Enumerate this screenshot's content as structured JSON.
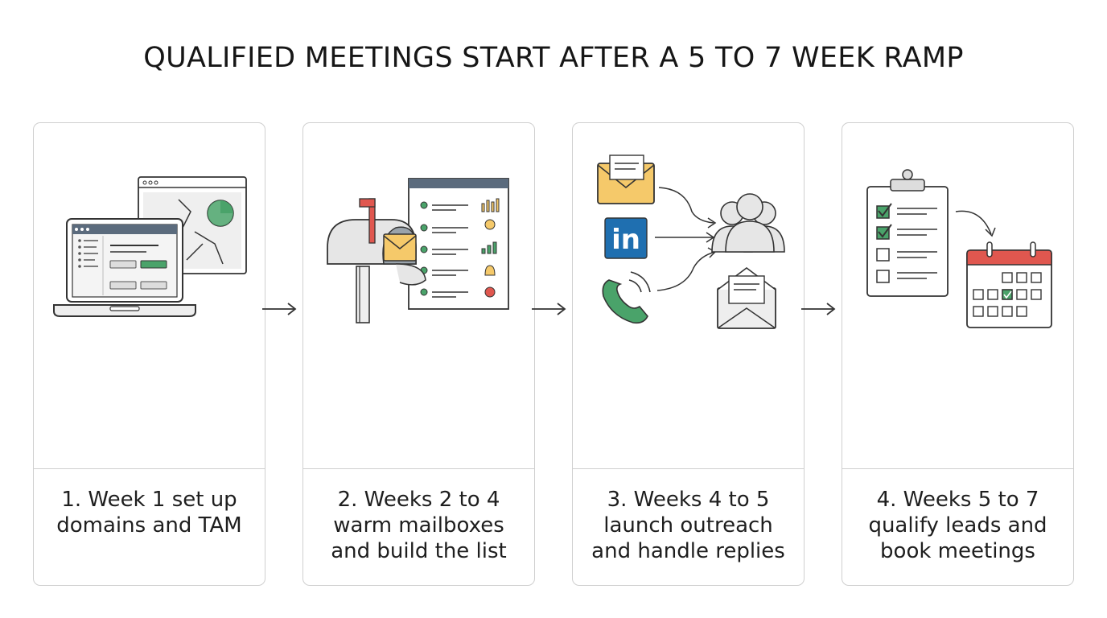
{
  "title": "QUALIFIED MEETINGS START AFTER A 5 TO 7 WEEK RAMP",
  "steps": [
    {
      "label": "1. Week 1 set up domains and TAM",
      "icons": [
        "laptop-dashboard-icon",
        "map-chart-window-icon"
      ]
    },
    {
      "label": "2. Weeks 2 to 4 warm mailboxes and build the list",
      "icons": [
        "mailbox-icon",
        "prospect-list-icon"
      ]
    },
    {
      "label": "3. Weeks 4 to 5 launch outreach and handle replies",
      "icons": [
        "email-icon",
        "linkedin-icon",
        "phone-icon",
        "people-group-icon",
        "reply-envelope-icon"
      ],
      "linkedin_text": "in"
    },
    {
      "label": "4. Weeks 5 to 7 qualify leads and book meetings",
      "icons": [
        "checklist-clipboard-icon",
        "calendar-icon"
      ]
    }
  ],
  "colors": {
    "green": "#4aa36a",
    "yellow": "#f5c96a",
    "red": "#e0574f",
    "blue": "#1f6fb0",
    "line": "#cfcfcf",
    "ink": "#333333"
  }
}
